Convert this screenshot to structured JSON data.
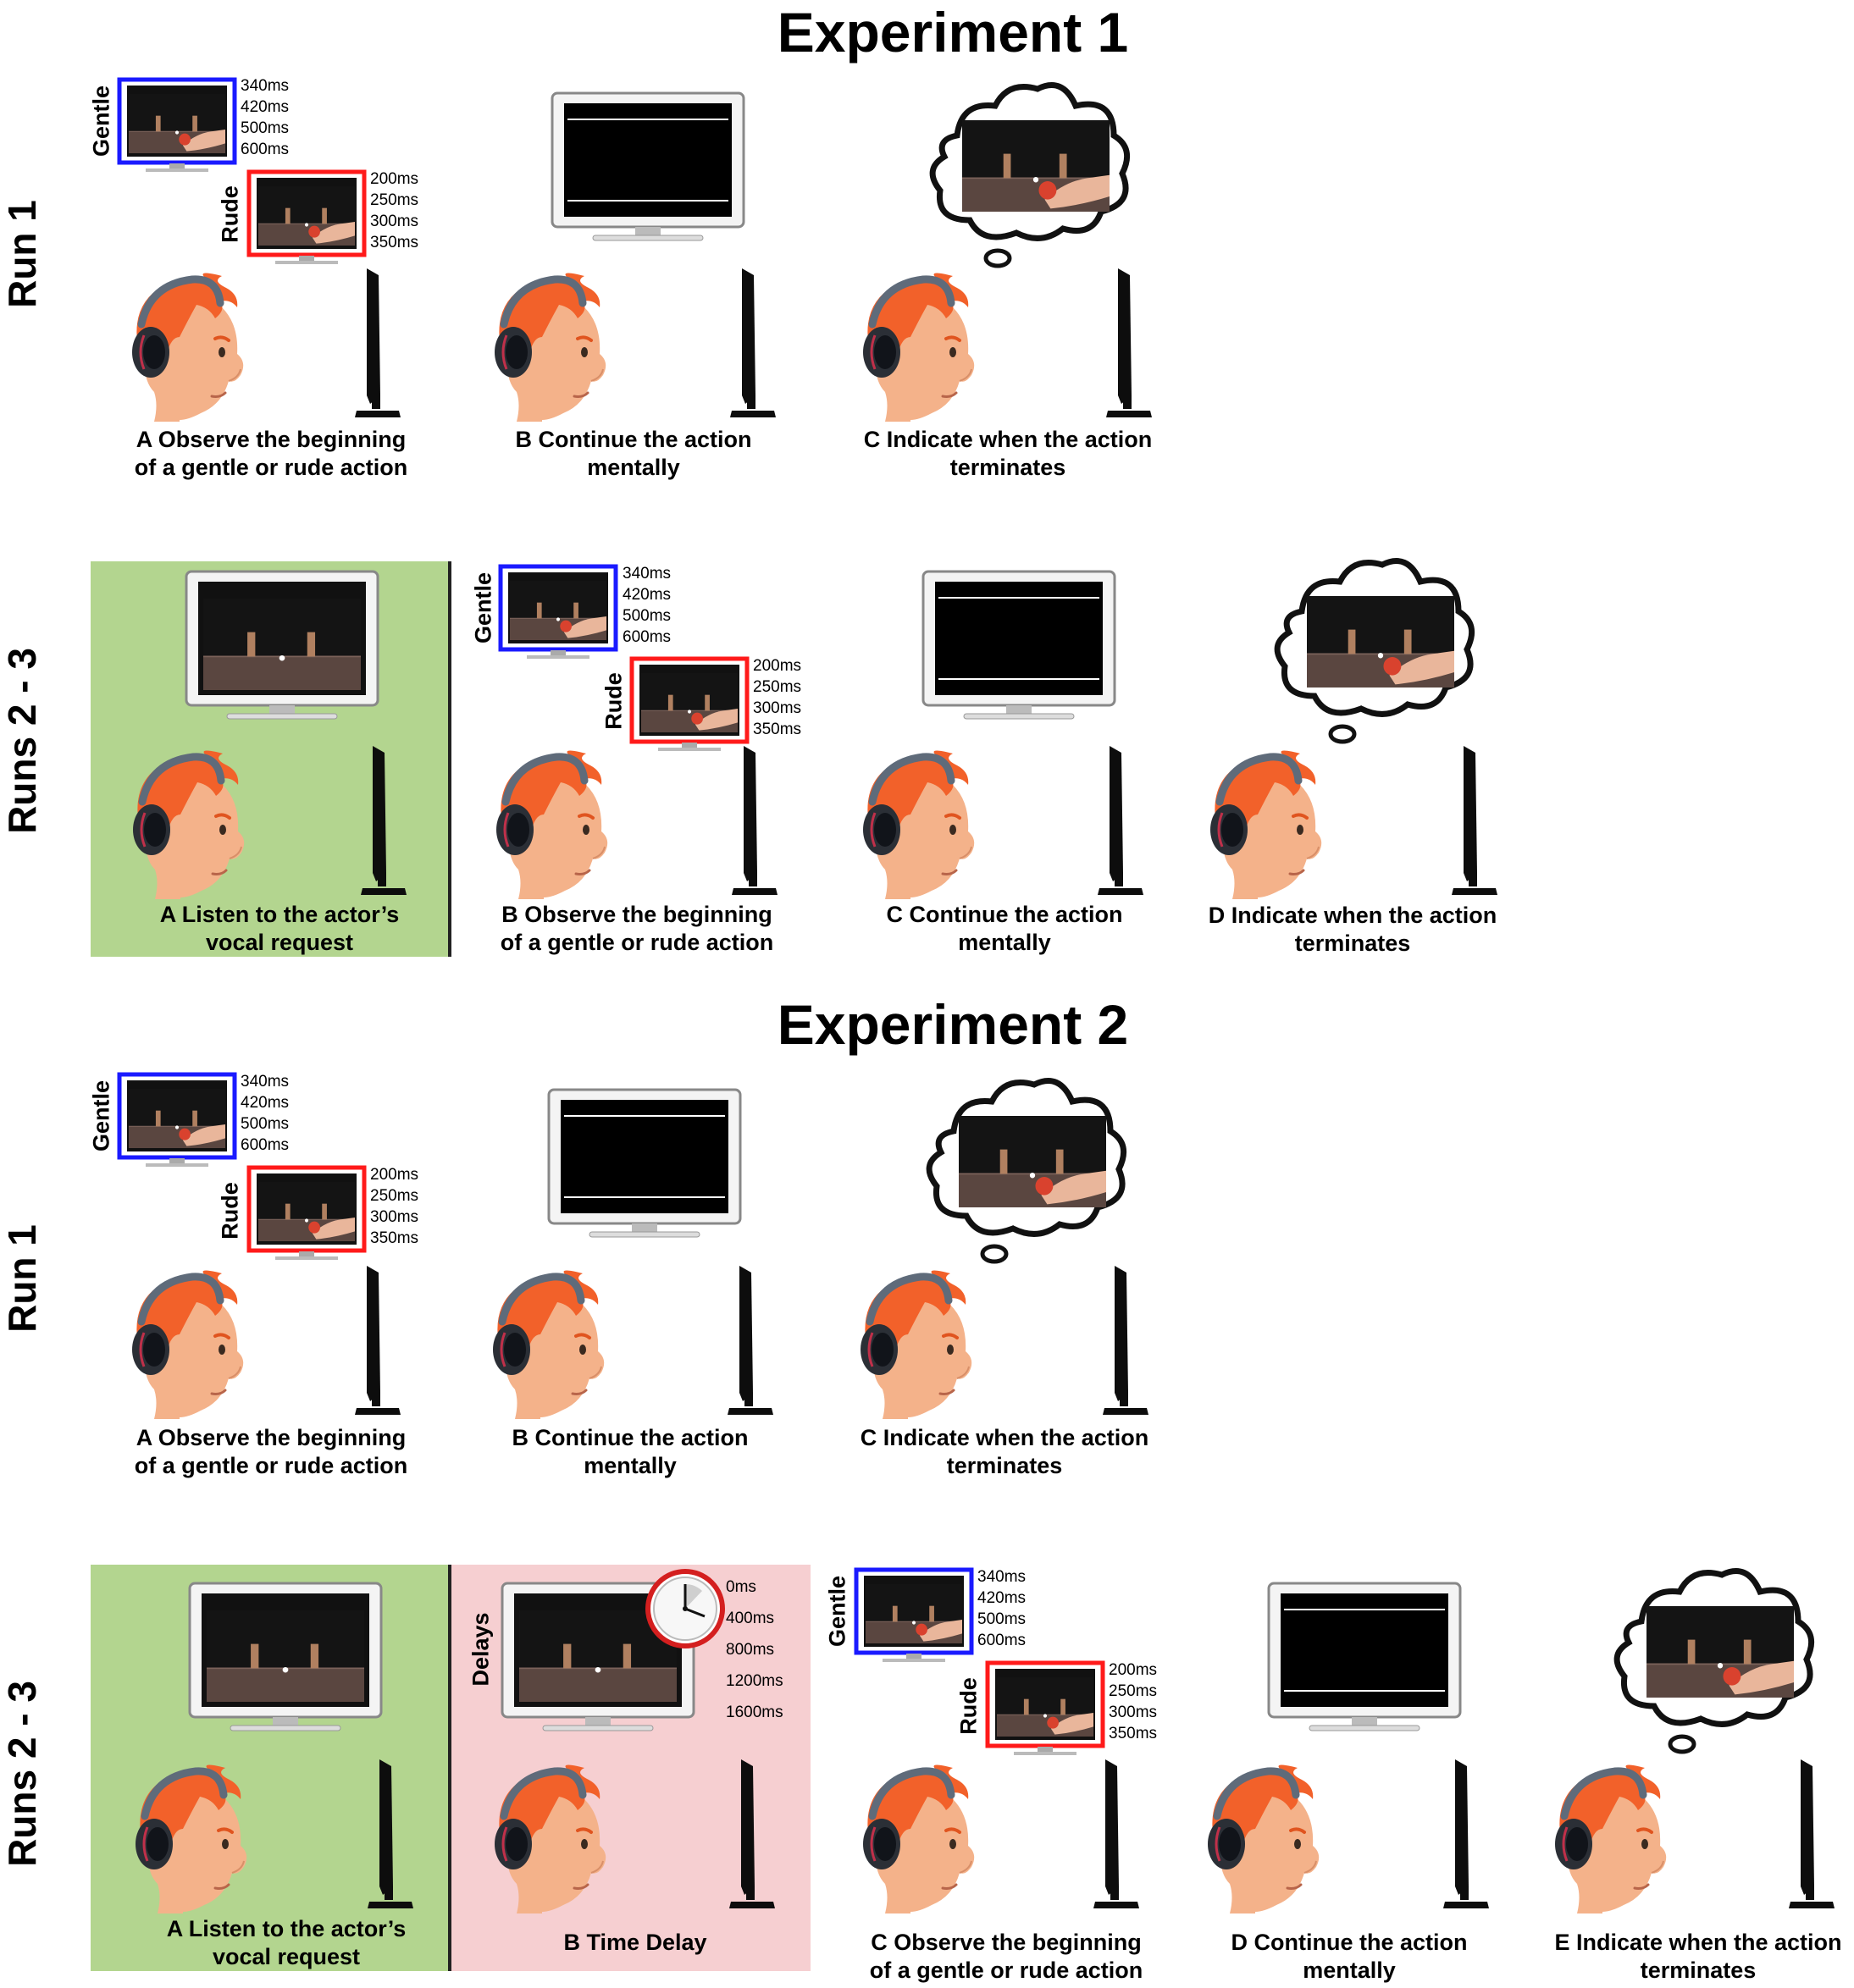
{
  "experiments": [
    {
      "title": "Experiment 1"
    },
    {
      "title": "Experiment 2"
    }
  ],
  "runs": {
    "run1": "Run 1",
    "runs23": "Runs 2 - 3"
  },
  "stimuli": {
    "gentle_label": "Gentle",
    "rude_label": "Rude",
    "gentle_times": [
      "340ms",
      "420ms",
      "500ms",
      "600ms"
    ],
    "rude_times": [
      "200ms",
      "250ms",
      "300ms",
      "350ms"
    ],
    "delays_label": "Delays",
    "delay_times": [
      "0ms",
      "400ms",
      "800ms",
      "1200ms",
      "1600ms"
    ],
    "gentle_color": "#1a1aff",
    "rude_color": "#ff1a1a"
  },
  "exp1": {
    "run1": [
      {
        "line1": "A Observe the beginning",
        "line2": "of a gentle or rude action"
      },
      {
        "line1": "B Continue the action",
        "line2": "mentally"
      },
      {
        "line1": "C Indicate when the action",
        "line2": "terminates"
      }
    ],
    "runs23": [
      {
        "line1": "A Listen to the actor’s",
        "line2": "vocal request"
      },
      {
        "line1": "B Observe the beginning",
        "line2": "of a gentle or rude action"
      },
      {
        "line1": "C Continue the action",
        "line2": "mentally"
      },
      {
        "line1": "D Indicate when the action",
        "line2": "terminates"
      }
    ]
  },
  "exp2": {
    "run1": [
      {
        "line1": "A Observe the beginning",
        "line2": "of a gentle or rude action"
      },
      {
        "line1": "B Continue the action",
        "line2": "mentally"
      },
      {
        "line1": "C Indicate when the action",
        "line2": "terminates"
      }
    ],
    "runs23": [
      {
        "line1": "A Listen to the actor’s",
        "line2": "vocal request"
      },
      {
        "line1": "B Time Delay",
        "line2": ""
      },
      {
        "line1": "C Observe the beginning",
        "line2": "of a gentle or rude action"
      },
      {
        "line1": "D Continue the action",
        "line2": "mentally"
      },
      {
        "line1": "E Indicate when the action",
        "line2": "terminates"
      }
    ]
  }
}
